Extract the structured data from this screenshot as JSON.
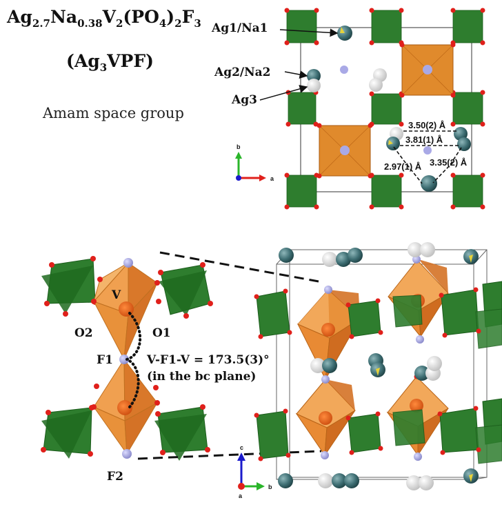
{
  "title": {
    "formula_parts": [
      {
        "t": "Ag",
        "sub": "2.7"
      },
      {
        "t": "Na",
        "sub": "0.38"
      },
      {
        "t": "V",
        "sub": "2"
      },
      {
        "t": "(PO",
        "sub": "4"
      },
      {
        "t": ")",
        "sub": "2"
      },
      {
        "t": "F",
        "sub": "3"
      }
    ],
    "abbr_parts": [
      {
        "t": "(Ag",
        "sub": "3"
      },
      {
        "t": "VPF)",
        "sub": ""
      }
    ],
    "space_group": "Amam space group"
  },
  "top_panel": {
    "site_labels": [
      "Ag1/Na1",
      "Ag2/Na2",
      "Ag3"
    ],
    "distances": [
      "3.50(2) Å",
      "3.81(1) Å",
      "2.97(1) Å",
      "3.35(2) Å"
    ],
    "axis_labels": [
      "b",
      "a"
    ]
  },
  "bottom_left_panel": {
    "atom_labels": [
      "V",
      "O2",
      "O1",
      "F1",
      "F2"
    ],
    "angle_text": "V-F1-V = 173.5(3)°",
    "plane_text": "(in the bc plane)"
  },
  "bottom_right_panel": {
    "axis_labels": [
      "c",
      "b",
      "a"
    ]
  },
  "colors": {
    "po4_tetrahedron": "#2e7d2e",
    "vo4f2_octahedron": "#e08a2c",
    "oxygen": "#e0201b",
    "fluorine": "#a9a9e6",
    "silver": "#3e6e73",
    "axis_a": "#e0201b",
    "axis_b": "#2ab52a",
    "axis_c": "#1a1acc"
  }
}
